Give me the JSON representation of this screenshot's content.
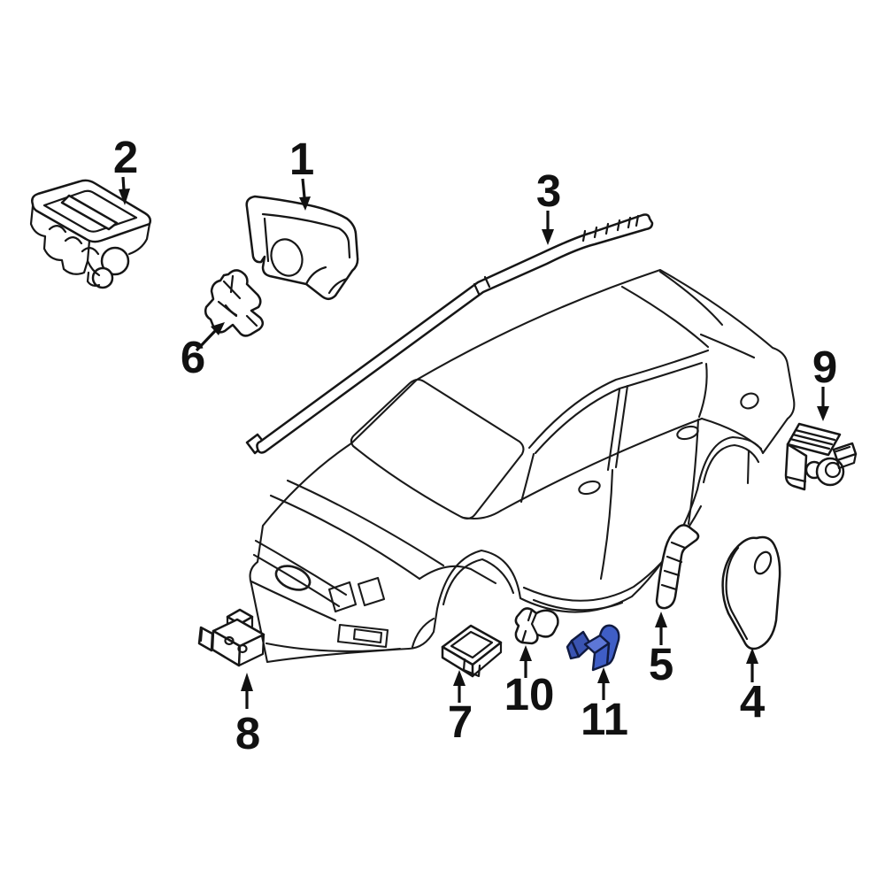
{
  "colors": {
    "background": "#ffffff",
    "line": "#1a1a1a",
    "label": "#111111",
    "highlight": "#3f5ec6",
    "highlight_light": "#5d77d6",
    "highlight_dark": "#3a54b2",
    "highlight_outline": "#101a40"
  },
  "callouts": {
    "c1": {
      "label": "1"
    },
    "c2": {
      "label": "2"
    },
    "c3": {
      "label": "3"
    },
    "c4": {
      "label": "4"
    },
    "c5": {
      "label": "5"
    },
    "c6": {
      "label": "6"
    },
    "c7": {
      "label": "7"
    },
    "c8": {
      "label": "8"
    },
    "c9": {
      "label": "9"
    },
    "c10": {
      "label": "10"
    },
    "c11": {
      "label": "11",
      "highlighted": true
    }
  },
  "highlighted_part_label": "11"
}
